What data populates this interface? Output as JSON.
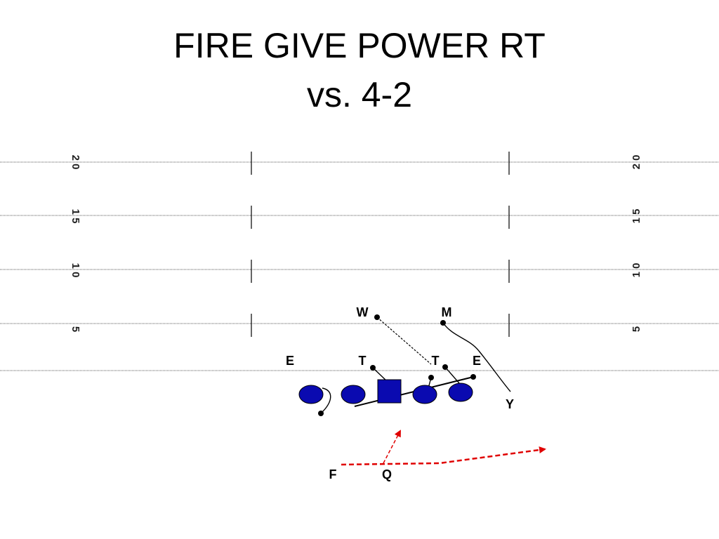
{
  "title": {
    "line1": "FIRE GIVE POWER RT",
    "line2": "vs. 4-2"
  },
  "yard_markers": [
    {
      "left": "2 0",
      "right": "2 0"
    },
    {
      "left": "1 5",
      "right": "1 5"
    },
    {
      "left": "1 0",
      "right": "1 0"
    },
    {
      "left": "5",
      "right": "5"
    }
  ],
  "defense_labels": {
    "w": "W",
    "m": "M",
    "e_left": "E",
    "t_left": "T",
    "t_right": "T",
    "e_right": "E"
  },
  "offense_labels": {
    "y": "Y",
    "f": "F",
    "q": "Q"
  },
  "colors": {
    "offense_fill": "#0a0ab0",
    "route_dashed": "#e00000",
    "field_line": "#555555"
  }
}
